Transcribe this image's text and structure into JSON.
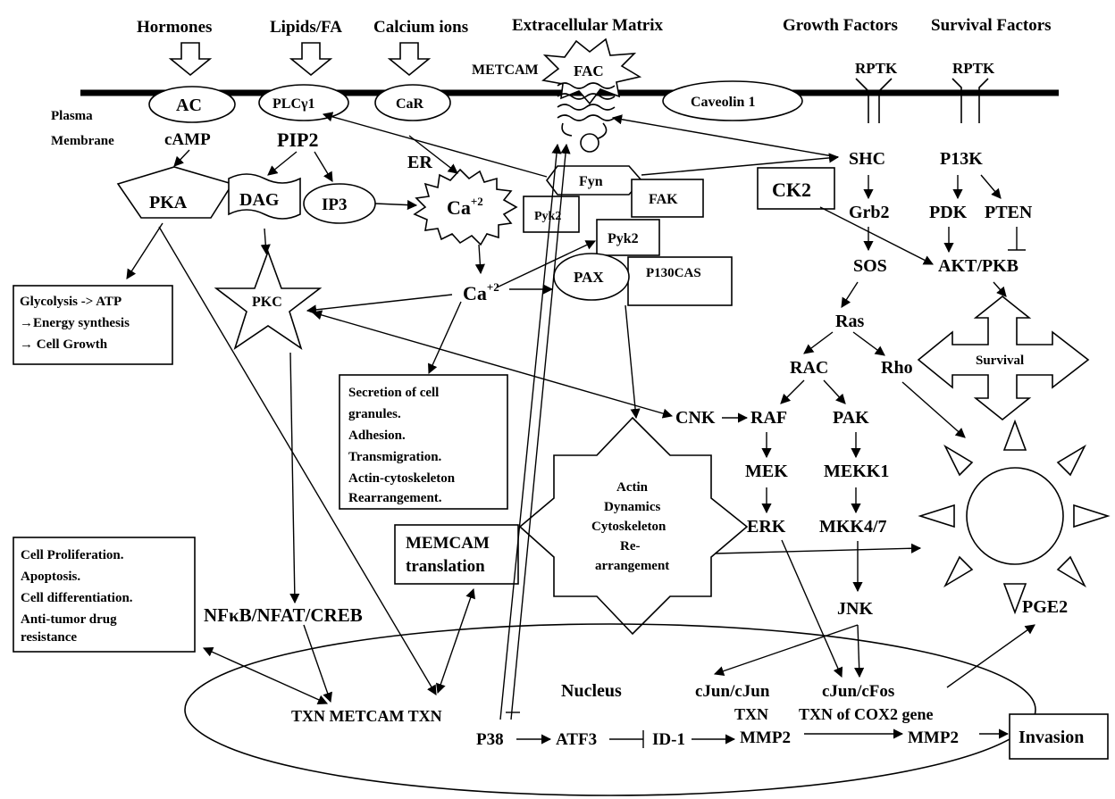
{
  "top_inputs": {
    "hormones": "Hormones",
    "lipids": "Lipids/FA",
    "calcium": "Calcium ions",
    "ecm": "Extracellular Matrix",
    "growth": "Growth Factors",
    "survival_factors": "Survival Factors"
  },
  "membrane": {
    "plasma": "Plasma",
    "membrane": "Membrane",
    "ac": "AC",
    "plc": "PLCγ1",
    "car": "CaR",
    "metcam": "METCAM",
    "fac": "FAC",
    "caveolin": "Caveolin 1",
    "rptk1": "RPTK",
    "rptk2": "RPTK"
  },
  "left_cascade": {
    "camp": "cAMP",
    "pip2": "PIP2",
    "pka": "PKA",
    "dag": "DAG",
    "ip3": "IP3",
    "pkc": "PKC",
    "er": "ER",
    "ca_er": "Ca",
    "ca_er_sup": "+2",
    "ca2": "Ca",
    "ca2_sup": "+2"
  },
  "focal": {
    "fyn": "Fyn",
    "fak": "FAK",
    "pyk2a": "Pyk2",
    "pyk2b": "Pyk2",
    "pax": "PAX",
    "p130cas": "P130CAS",
    "ck2": "CK2"
  },
  "right_cascade": {
    "shc": "SHC",
    "grb2": "Grb2",
    "sos": "SOS",
    "ras": "Ras",
    "rac": "RAC",
    "rho": "Rho",
    "cnk": "CNK",
    "raf": "RAF",
    "pak": "PAK",
    "mek": "MEK",
    "mekk1": "MEKK1",
    "erk": "ERK",
    "mkk47": "MKK4/7",
    "jnk": "JNK",
    "p13k": "P13K",
    "pdk": "PDK",
    "pten": "PTEN",
    "akt": "AKT/PKB",
    "survival": "Survival",
    "pge2": "PGE2"
  },
  "boxes": {
    "glycolysis": [
      "Glycolysis -> ATP",
      "→Energy synthesis",
      "→ Cell Growth"
    ],
    "secretion": [
      "Secretion of cell",
      "granules.",
      "Adhesion.",
      "Transmigration.",
      "Actin-cytoskeleton",
      "Rearrangement."
    ],
    "proliferation": [
      "Cell Proliferation.",
      "Apoptosis.",
      "Cell differentiation.",
      "Anti-tumor drug",
      "resistance"
    ],
    "memcam": [
      "MEMCAM",
      "translation"
    ],
    "actin": [
      "Actin",
      "Dynamics",
      "Cytoskeleton",
      "Re-",
      "arrangement"
    ],
    "invasion": "Invasion"
  },
  "nucleus": {
    "nfkb": "NFκB/NFAT/CREB",
    "nucleus": "Nucleus",
    "cjun_cjun": "cJun/cJun",
    "txn": "TXN",
    "cjun_cfos": "cJun/cFos",
    "txn_cox2": "TXN of COX2 gene",
    "txn_metcam": "TXN METCAM TXN",
    "p38": "P38",
    "atf3": "ATF3",
    "id1": "ID-1",
    "mmp2a": "MMP2",
    "mmp2b": "MMP2"
  }
}
